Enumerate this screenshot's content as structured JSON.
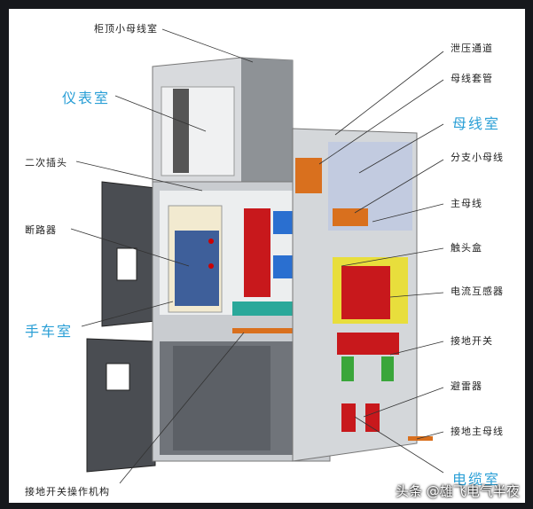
{
  "labels_left": {
    "top_bus_room": "柜顶小母线室",
    "instrument_room": "仪表室",
    "secondary_plug": "二次插头",
    "circuit_breaker": "断路器",
    "truck_room": "手车室",
    "earthing_switch_mechanism": "接地开关操作机构"
  },
  "labels_right": {
    "pressure_relief": "泄压通道",
    "bus_bushing": "母线套管",
    "busbar_room": "母线室",
    "branch_bus": "分支小母线",
    "main_bus": "主母线",
    "contact_box": "触头盒",
    "current_transformer": "电流互感器",
    "earthing_switch": "接地开关",
    "surge_arrester": "避雷器",
    "earth_main_bus": "接地主母线",
    "cable_room": "电缆室"
  },
  "watermark": "头条 @雄飞电气半夜",
  "colors": {
    "room_label": "#2a9fd6",
    "busbar": "#d9701e",
    "insulator": "#c8181c",
    "bushing": "#2a6fd0",
    "earth_switch": "#3aa63a"
  }
}
